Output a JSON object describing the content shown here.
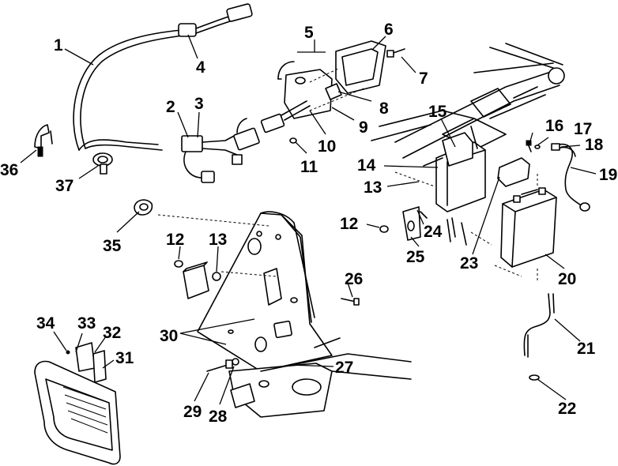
{
  "diagram": {
    "callouts": [
      {
        "id": "1",
        "text": "1"
      },
      {
        "id": "2",
        "text": "2"
      },
      {
        "id": "3",
        "text": "3"
      },
      {
        "id": "4",
        "text": "4"
      },
      {
        "id": "5",
        "text": "5"
      },
      {
        "id": "6",
        "text": "6"
      },
      {
        "id": "7",
        "text": "7"
      },
      {
        "id": "8",
        "text": "8"
      },
      {
        "id": "9",
        "text": "9"
      },
      {
        "id": "10",
        "text": "10"
      },
      {
        "id": "11",
        "text": "11"
      },
      {
        "id": "12a",
        "text": "12"
      },
      {
        "id": "12b",
        "text": "12"
      },
      {
        "id": "13a",
        "text": "13"
      },
      {
        "id": "13b",
        "text": "13"
      },
      {
        "id": "14",
        "text": "14"
      },
      {
        "id": "15",
        "text": "15"
      },
      {
        "id": "16",
        "text": "16"
      },
      {
        "id": "17",
        "text": "17"
      },
      {
        "id": "18",
        "text": "18"
      },
      {
        "id": "19",
        "text": "19"
      },
      {
        "id": "20",
        "text": "20"
      },
      {
        "id": "21",
        "text": "21"
      },
      {
        "id": "22",
        "text": "22"
      },
      {
        "id": "23",
        "text": "23"
      },
      {
        "id": "24",
        "text": "24"
      },
      {
        "id": "25",
        "text": "25"
      },
      {
        "id": "26",
        "text": "26"
      },
      {
        "id": "27",
        "text": "27"
      },
      {
        "id": "28",
        "text": "28"
      },
      {
        "id": "29",
        "text": "29"
      },
      {
        "id": "30",
        "text": "30"
      },
      {
        "id": "31",
        "text": "31"
      },
      {
        "id": "32",
        "text": "32"
      },
      {
        "id": "33",
        "text": "33"
      },
      {
        "id": "34",
        "text": "34"
      },
      {
        "id": "35",
        "text": "35"
      },
      {
        "id": "36",
        "text": "36"
      },
      {
        "id": "37",
        "text": "37"
      }
    ]
  }
}
